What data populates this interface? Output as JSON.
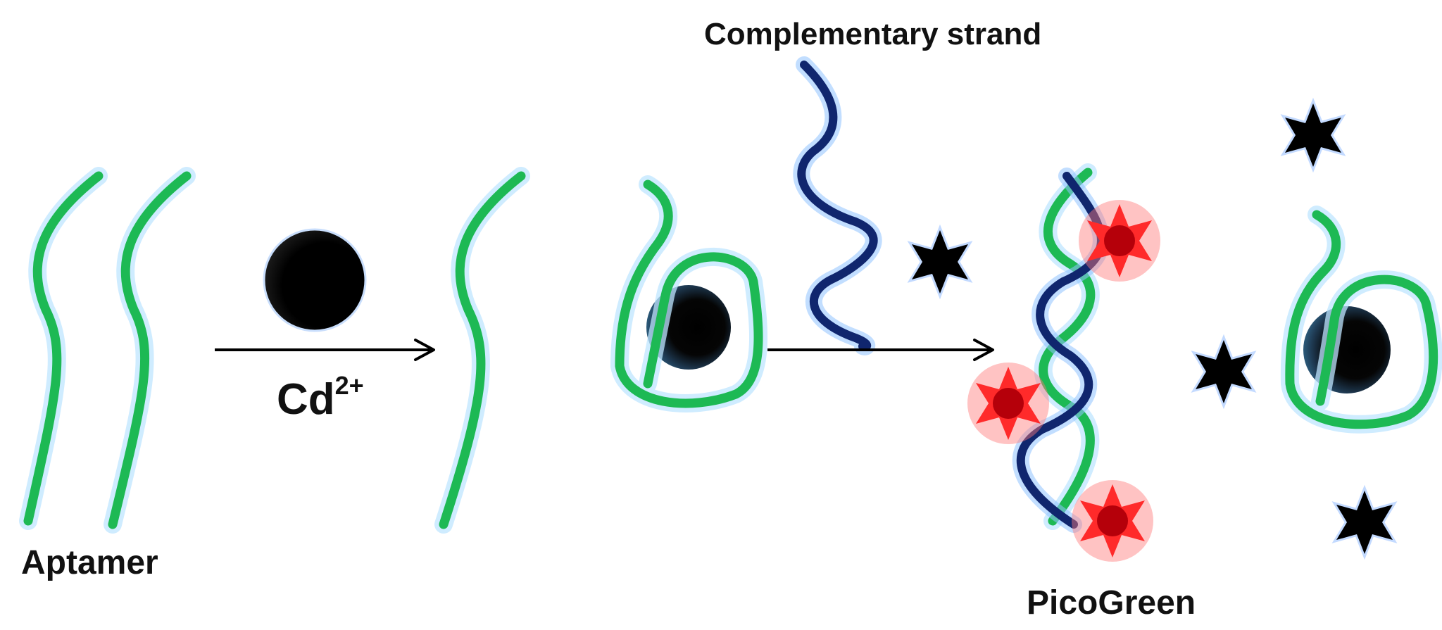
{
  "labels": {
    "aptamer": "Aptamer",
    "cadmium_base": "Cd",
    "cadmium_charge": "2+",
    "complementary_strand": "Complementary strand",
    "picogreen": "PicoGreen"
  },
  "colors": {
    "aptamer_green": "#1db954",
    "aptamer_glow": "#bfe6ff",
    "complementary_navy": "#10266e",
    "picogreen_red": "#ff2a2a",
    "metal_ion_black": "#000000",
    "arrow_black": "#000000"
  },
  "elements": {
    "stage_1": [
      "aptamer-strand",
      "aptamer-strand"
    ],
    "reagent_1": "cd2-ion",
    "stage_2": [
      "aptamer-strand",
      "aptamer-cd-complex"
    ],
    "reagent_2": [
      "complementary-strand",
      "picogreen-dye"
    ],
    "stage_3": [
      "dsdna-with-bound-picogreen",
      "free-picogreen",
      "aptamer-cd-complex"
    ]
  }
}
